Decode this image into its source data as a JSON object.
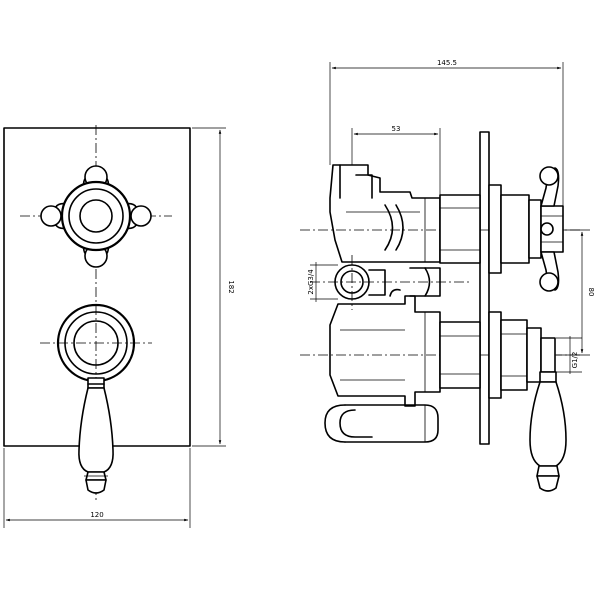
{
  "dimensions": {
    "overall_depth": "145.5",
    "inlet_offset": "53",
    "plate_height": "182",
    "plate_width": "120",
    "outlet_spacing": "80",
    "inlet_thread": "2xG3/4",
    "outlet_thread": "G1/2"
  },
  "colors": {
    "line": "#000000",
    "background": "#ffffff"
  }
}
